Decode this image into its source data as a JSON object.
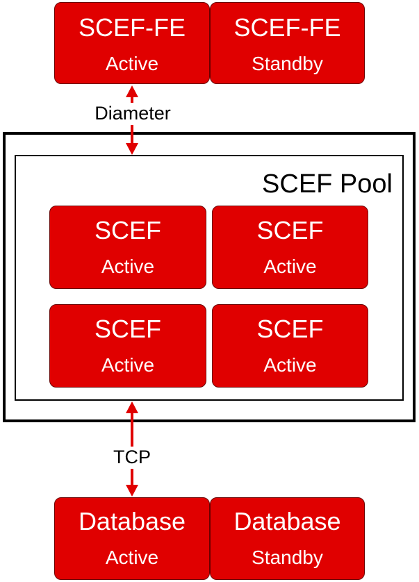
{
  "top": {
    "left": {
      "title": "SCEF-FE",
      "state": "Active"
    },
    "right": {
      "title": "SCEF-FE",
      "state": "Standby"
    }
  },
  "links": {
    "top_label": "Diameter",
    "bottom_label": "TCP"
  },
  "pool": {
    "title": "SCEF Pool",
    "nodes": [
      {
        "title": "SCEF",
        "state": "Active"
      },
      {
        "title": "SCEF",
        "state": "Active"
      },
      {
        "title": "SCEF",
        "state": "Active"
      },
      {
        "title": "SCEF",
        "state": "Active"
      }
    ]
  },
  "bottom": {
    "left": {
      "title": "Database",
      "state": "Active"
    },
    "right": {
      "title": "Database",
      "state": "Standby"
    }
  },
  "colors": {
    "node_fill": "#e00000",
    "arrow": "#e00000",
    "frame": "#000000"
  }
}
